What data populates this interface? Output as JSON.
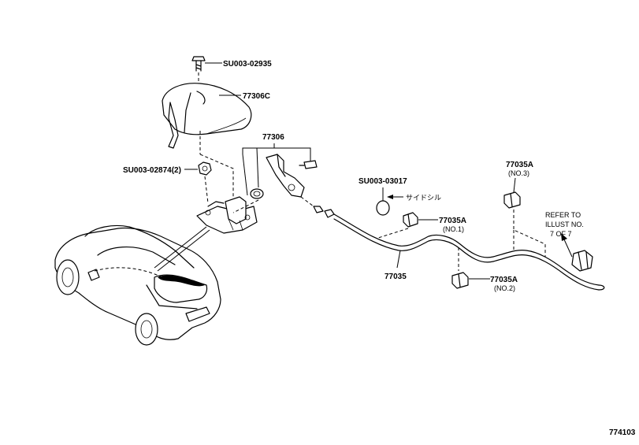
{
  "labels": {
    "bolt_top": "SU003-02935",
    "cover": "77306C",
    "lever_assy": "77306",
    "nut": "SU003-02874(2)",
    "plug": "SU003-03017",
    "side_sill": "サイドシル",
    "clamp_1_part": "77035A",
    "clamp_1_no": "(NO.1)",
    "clamp_2_part": "77035A",
    "clamp_2_no": "(NO.2)",
    "clamp_3_part": "77035A",
    "clamp_3_no": "(NO.3)",
    "cable": "77035",
    "refer_line1": "REFER TO",
    "refer_line2": "ILLUST NO.",
    "refer_line3": "7 OF 7",
    "figure_number": "774103"
  }
}
